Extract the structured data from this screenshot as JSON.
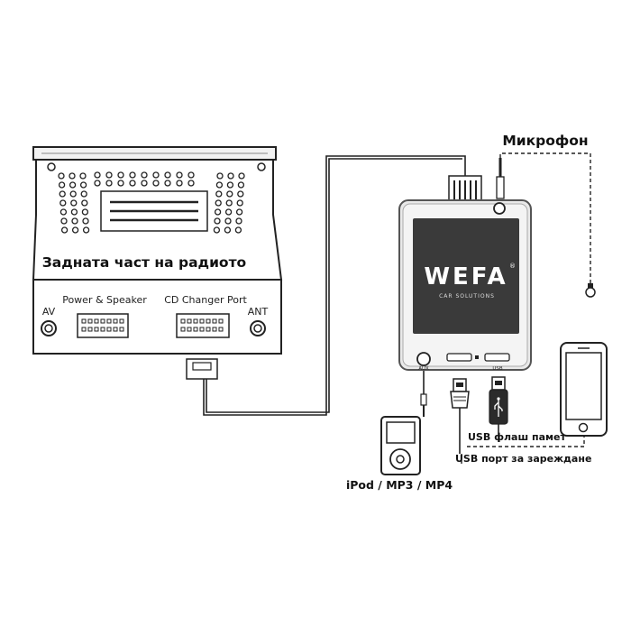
{
  "labels": {
    "radio_back": "Задната част на радиото",
    "power_speaker": "Power & Speaker",
    "cd_changer": "CD Changer Port",
    "av": "AV",
    "ant": "ANT",
    "microphone": "Микрофон",
    "ipod": "iPod / MP3 / MP4",
    "usb_flash": "USB флаш памет",
    "usb_charge": "USB порт за зареждане"
  },
  "device": {
    "brand": "WEFA",
    "tagline": "CAR SOLUTIONS",
    "registered": "®",
    "port_aux": "AUX",
    "port_usb": "USB"
  },
  "icons": [
    "radio-unit",
    "wefa-interface-box",
    "microphone-icon",
    "ipod-icon",
    "usb-connector-icon",
    "usb-flash-drive-icon",
    "smartphone-icon"
  ],
  "colors": {
    "line": "#222222",
    "device_fill": "#3a3a3a",
    "frame": "#e6e6e6"
  }
}
